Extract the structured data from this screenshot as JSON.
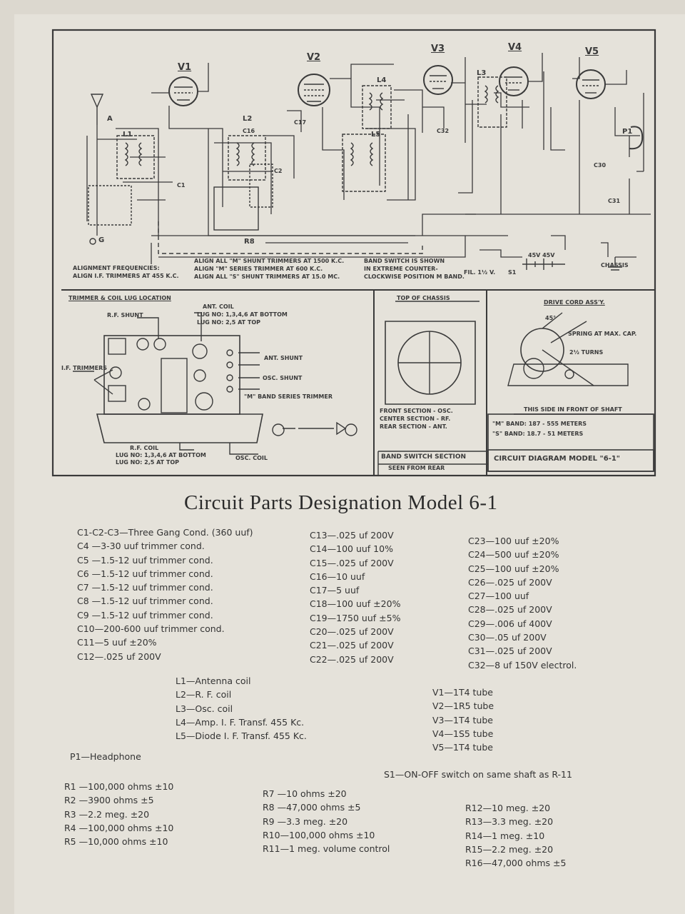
{
  "schematic": {
    "tubes": [
      "V1",
      "V2",
      "V3",
      "V4",
      "V5"
    ],
    "coils": [
      "L1",
      "L2",
      "L3",
      "L4",
      "L5"
    ],
    "labels": {
      "r8": "R8",
      "p1": "P1",
      "ant_a": "A",
      "ground_g": "G",
      "c1": "C1",
      "c2": "C2",
      "c16": "C16",
      "c17": "C17",
      "c30": "C30",
      "c31": "C31",
      "c32": "C32"
    },
    "alignment": {
      "heading": "ALIGNMENT FREQUENCIES:",
      "line1": "ALIGN I.F. TRIMMERS AT 455 K.C.",
      "col2_line1": "ALIGN ALL \"M\" SHUNT TRIMMERS AT 1500 K.C.",
      "col2_line2": "ALIGN \"M\" SERIES TRIMMER AT 600 K.C.",
      "col2_line3": "ALIGN ALL \"S\" SHUNT TRIMMERS AT 15.0 MC.",
      "band_switch_note1": "BAND SWITCH IS SHOWN",
      "band_switch_note2": "IN EXTREME COUNTER-",
      "band_switch_note3": "CLOCKWISE POSITION M BAND.",
      "fil": "FIL. 1½ V.",
      "chassis": "CHASSIS",
      "battery": "45V 45V",
      "s1": "S1"
    },
    "trimmer_panel": {
      "heading": "TRIMMER & COIL LUG LOCATION",
      "ant_coil": "ANT. COIL",
      "ant_lugs1": "LUG NO: 1,3,4,6 AT BOTTOM",
      "ant_lugs2": "LUG NO: 2,5 AT TOP",
      "rf_shunt": "R.F. SHUNT",
      "if_trimmers": "I.F. TRIMMERS",
      "ant_shunt": "ANT. SHUNT",
      "osc_shunt": "OSC. SHUNT",
      "m_band_series": "\"M\" BAND SERIES TRIMMER",
      "rf_coil": "R.F. COIL",
      "rf_lugs1": "LUG NO: 1,3,4,6 AT BOTTOM",
      "rf_lugs2": "LUG NO: 2,5 AT TOP",
      "osc_coil": "OSC. COIL"
    },
    "band_switch_panel": {
      "top": "TOP OF CHASSIS",
      "front": "FRONT SECTION - OSC.",
      "center": "CENTER SECTION - RF.",
      "rear": "REAR SECTION - ANT.",
      "caption": "BAND SWITCH SECTION",
      "caption2": "SEEN FROM REAR"
    },
    "drive_panel": {
      "heading": "DRIVE CORD ASS'Y.",
      "angle": "45°",
      "spring": "SPRING AT MAX. CAP.",
      "turns": "2½ TURNS",
      "side": "THIS SIDE IN FRONT OF SHAFT",
      "m_band": "\"M\" BAND: 187 - 555 METERS",
      "s_band": "\"S\" BAND: 18.7 - 51 METERS",
      "circuit_title": "CIRCUIT DIAGRAM MODEL \"6-1\""
    }
  },
  "title": "Circuit Parts Designation Model 6-1",
  "parts": {
    "col1": [
      "C1-C2-C3—Three Gang Cond. (360 uuf)",
      "C4 —3-30 uuf trimmer cond.",
      "C5 —1.5-12 uuf trimmer cond.",
      "C6 —1.5-12 uuf trimmer cond.",
      "C7 —1.5-12 uuf trimmer cond.",
      "C8 —1.5-12 uuf trimmer cond.",
      "C9 —1.5-12 uuf trimmer cond.",
      "C10—200-600 uuf trimmer cond.",
      "C11—5 uuf ±20%",
      "C12—.025 uf 200V"
    ],
    "col2": [
      "C13—.025 uf 200V",
      "C14—100 uuf 10%",
      "C15—.025 uf 200V",
      "C16—10 uuf",
      "C17—5 uuf",
      "C18—100 uuf ±20%",
      "C19—1750 uuf ±5%",
      "C20—.025 uf 200V",
      "C21—.025 uf 200V",
      "C22—.025 uf 200V"
    ],
    "col3": [
      "C23—100 uuf ±20%",
      "C24—500 uuf ±20%",
      "C25—100 uuf ±20%",
      "C26—.025 uf 200V",
      "C27—100 uuf",
      "C28—.025 uf 200V",
      "C29—.006 uf 400V",
      "C30—.05 uf 200V",
      "C31—.025 uf 200V",
      "C32—8 uf 150V electrol."
    ],
    "coils": [
      "L1—Antenna coil",
      "L2—R. F. coil",
      "L3—Osc. coil",
      "L4—Amp. I. F. Transf. 455 Kc.",
      "L5—Diode I. F. Transf. 455 Kc."
    ],
    "tubes": [
      "V1—1T4 tube",
      "V2—1R5 tube",
      "V3—1T4 tube",
      "V4—1S5 tube",
      "V5—1T4 tube"
    ],
    "p1": "P1—Headphone",
    "s1": "S1—ON-OFF switch on same shaft as R-11",
    "res1": [
      "R1 —100,000 ohms ±10",
      "R2 —3900 ohms ±5",
      "R3 —2.2 meg. ±20",
      "R4 —100,000 ohms ±10",
      "R5 —10,000 ohms ±10"
    ],
    "res2": [
      "R7 —10 ohms ±20",
      "R8 —47,000 ohms ±5",
      "R9 —3.3 meg. ±20",
      "R10—100,000 ohms ±10",
      "R11—1 meg. volume control"
    ],
    "res3": [
      "R12—10 meg. ±20",
      "R13—3.3 meg. ±20",
      "R14—1 meg. ±10",
      "R15—2.2 meg. ±20",
      "R16—47,000 ohms ±5"
    ]
  }
}
